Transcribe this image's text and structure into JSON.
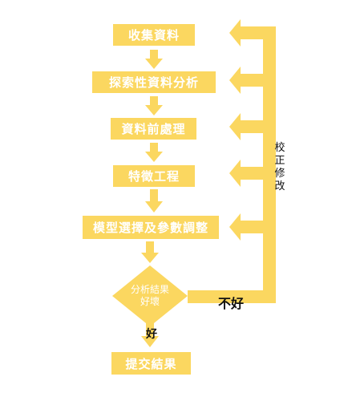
{
  "colors": {
    "box_fill": "#FBD760",
    "box_text": "#FFFFFF",
    "label_text": "#111111"
  },
  "steps": [
    {
      "label": "收集資料"
    },
    {
      "label": "探索性資料分析"
    },
    {
      "label": "資料前處理"
    },
    {
      "label": "特徵工程"
    },
    {
      "label": "模型選擇及參數調整"
    },
    {
      "label": "提交結果"
    }
  ],
  "decision": {
    "line1": "分析結果",
    "line2": "好壞"
  },
  "labels": {
    "good": "好",
    "bad": "不好",
    "feedback": [
      "校",
      "正",
      "修",
      "改"
    ]
  }
}
